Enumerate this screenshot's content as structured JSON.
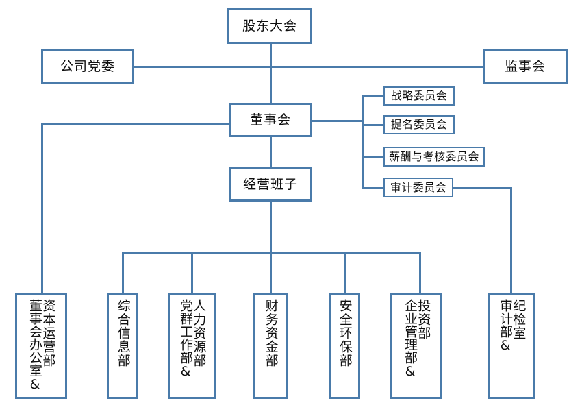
{
  "chart_title": "",
  "theme": {
    "line_color": "#4A7BAA",
    "box_fill": "#FFFFFF",
    "text_color": "#101010"
  },
  "nodes": {
    "shareholders_meeting": "股东大会",
    "party_committee": "公司党委",
    "board_of_supervisors": "监事会",
    "board_of_directors": "董事会",
    "management_team": "经营班子"
  },
  "committees": [
    {
      "label": "战略委员会"
    },
    {
      "label": "提名委员会"
    },
    {
      "label": "薪酬与考核委员会"
    },
    {
      "label": "审计委员会"
    }
  ],
  "departments": [
    {
      "primary": "资本运营部",
      "secondary": "董事会办公室",
      "amp": "&"
    },
    {
      "primary": "综合信息部",
      "secondary": "",
      "amp": ""
    },
    {
      "primary": "人力资源部",
      "secondary": "党群工作部",
      "amp": "&"
    },
    {
      "primary": "财务资金部",
      "secondary": "",
      "amp": ""
    },
    {
      "primary": "安全环保部",
      "secondary": "",
      "amp": ""
    },
    {
      "primary": "投资部",
      "secondary": "企业管理部",
      "amp": "&"
    },
    {
      "primary": "纪检室",
      "secondary": "审计部",
      "amp": "&"
    }
  ]
}
